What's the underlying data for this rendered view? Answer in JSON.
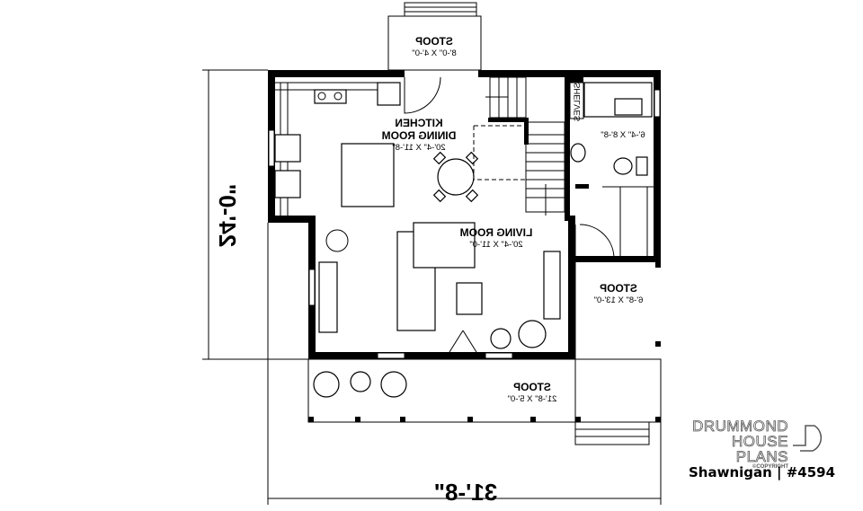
{
  "plan": {
    "kitchen": {
      "line1": "KITCHEN",
      "line2": "DINING ROOM",
      "size": "20'-4\" X 11'-8\""
    },
    "living": {
      "name": "LIVING ROOM",
      "size": "20'-4\" X 11'-0\""
    },
    "bath": {
      "size": "6'-4\" X 8'-8\""
    },
    "shelves": "SHELVES",
    "stoop_top": {
      "name": "STOOP",
      "size": "8'-0\" X 4'-0\""
    },
    "stoop_right": {
      "name": "STOOP",
      "size": "6'-8\" X 13'-0\""
    },
    "stoop_bottom": {
      "name": "STOOP",
      "size": "21'-8\" X 5'-0\""
    },
    "depth_dimension": "24'-0\"",
    "width_dimension": "31'-8\"",
    "mirrored": true
  },
  "branding": {
    "line1": "DRUMMOND",
    "line2": "HOUSE PLANS",
    "copyright": "©COPYRIGHT",
    "caption": "Shawnigan | #4594"
  }
}
